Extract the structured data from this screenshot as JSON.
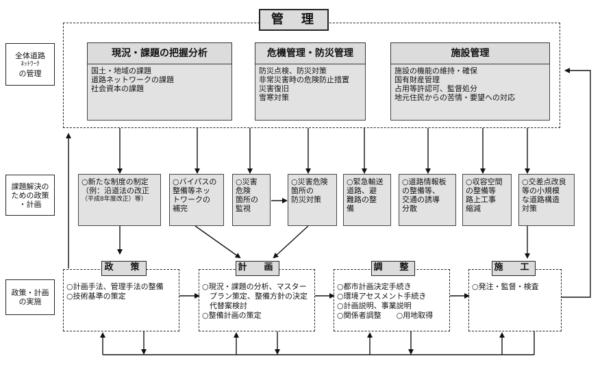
{
  "title": "管　理",
  "row_labels": {
    "network": [
      "全体道路",
      "ﾈｯﾄﾜｰｸ",
      "の管理"
    ],
    "policy": [
      "課題解決の",
      "ための政策",
      "・計画"
    ],
    "implementation": [
      "政策・計画",
      "の実施"
    ]
  },
  "management": {
    "analysis": {
      "header": "現況・課題の把握分析",
      "items": [
        "国土・地域の課題",
        "道路ネットワークの課題",
        "社会資本の課題"
      ]
    },
    "crisis": {
      "header": "危機管理・防災管理",
      "items": [
        "防災点検、防災対策",
        "非常災害時の危険防止措置",
        "災害復旧",
        "雪寒対策"
      ]
    },
    "facility": {
      "header": "施設管理",
      "items": [
        "施設の機能の維持・確保",
        "国有財産管理",
        "占用等許認可、監督処分",
        "地元住民からの苦情・要望への対応"
      ]
    }
  },
  "policies": [
    {
      "lines": [
        "○新たな制度の制定",
        "（例：沿道法の改正",
        "（平成8年度改正）等）"
      ]
    },
    {
      "lines": [
        "○バイパスの",
        "整備等ネッ",
        "トワークの",
        "補完"
      ]
    },
    {
      "lines": [
        "○災害",
        "危険",
        "箇所の",
        "監視"
      ]
    },
    {
      "lines": [
        "○災害危険",
        "箇所の",
        "防災対策"
      ]
    },
    {
      "lines": [
        "○緊急輸送",
        "道路、避",
        "難路の整",
        "備"
      ]
    },
    {
      "lines": [
        "○道路情報板",
        "の整備等、",
        "交通の誘導",
        "分散"
      ]
    },
    {
      "lines": [
        "○収容空間",
        "の整備等",
        "路上工事",
        "縮減"
      ]
    },
    {
      "lines": [
        "○交差点改良",
        "等の小規模",
        "な道路構造",
        "対策"
      ]
    }
  ],
  "implementation": {
    "seisaku": {
      "title": "政　策",
      "items": [
        "○計画手法、管理手法の整備",
        "○技術基準の策定"
      ]
    },
    "keikaku": {
      "title": "計　画",
      "items": [
        "○現況・課題の分析、マスター",
        "　プラン策定、整備方針の決定",
        "　代替案検討",
        "○整備計画の策定"
      ]
    },
    "chousei": {
      "title": "調　整",
      "items": [
        "○都市計画決定手続き",
        "○環境アセスメント手続き",
        "○計画説明、事業説明",
        "○関係者調整　　○用地取得"
      ]
    },
    "seko": {
      "title": "施　工",
      "items": [
        "○発注・監督・検査"
      ]
    }
  }
}
